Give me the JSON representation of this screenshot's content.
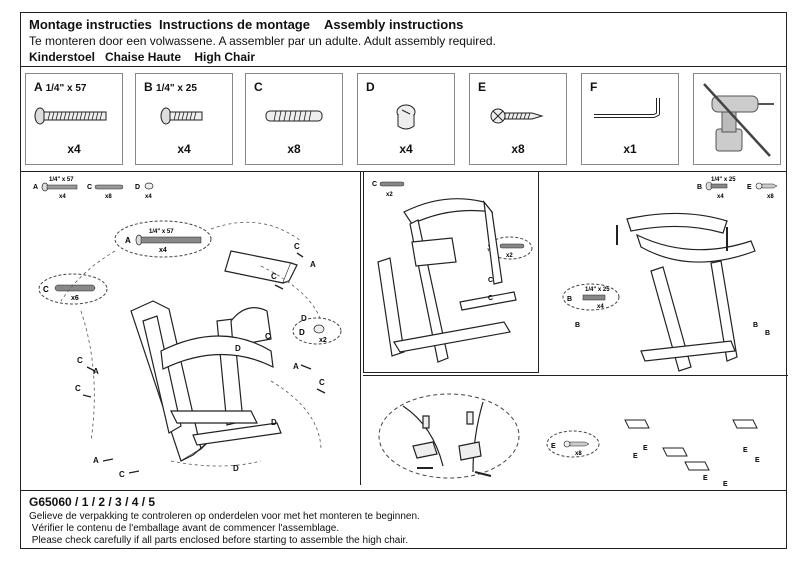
{
  "header": {
    "titles": "Montage instructies  Instructions de montage    Assembly instructions",
    "adult_required": "Te monteren door een volwassene. A assembler par un adulte. Adult assembly required.",
    "product_names": "Kinderstoel   Chaise Haute    High Chair"
  },
  "parts": [
    {
      "letter": "A",
      "size": "1/4\" x 57",
      "qty": "x4",
      "icon": "bolt-long-icon"
    },
    {
      "letter": "B",
      "size": "1/4\" x 25",
      "qty": "x4",
      "icon": "bolt-short-icon"
    },
    {
      "letter": "C",
      "size": "",
      "qty": "x8",
      "icon": "dowel-icon"
    },
    {
      "letter": "D",
      "size": "",
      "qty": "x4",
      "icon": "barrel-nut-icon"
    },
    {
      "letter": "E",
      "size": "",
      "qty": "x8",
      "icon": "screw-icon"
    },
    {
      "letter": "F",
      "size": "",
      "qty": "x1",
      "icon": "allen-key-icon"
    },
    {
      "letter": "",
      "size": "",
      "qty": "",
      "icon": "no-power-drill-icon"
    }
  ],
  "step1": {
    "legend": [
      "A",
      "1/4\" x 57",
      "x4",
      "C",
      "x8",
      "D",
      "x4"
    ],
    "callout_a": [
      "A",
      "1/4\" x 57",
      "x4"
    ],
    "callout_c": [
      "C",
      "x6"
    ],
    "callout_d": [
      "D",
      "x2"
    ]
  },
  "step2": {
    "legend": [
      "C",
      "x2"
    ],
    "callout_c": [
      "C",
      "x2"
    ]
  },
  "step3": {
    "legend": [
      "B",
      "1/4\" x 25",
      "x4",
      "E",
      "x8"
    ],
    "callout_b": [
      "B",
      "1/4\" x 25",
      "x4"
    ],
    "callout_e": [
      "E",
      "x8"
    ]
  },
  "footer": {
    "model": "G65060 / 1 / 2 / 3 / 4 / 5",
    "nl": "Gelieve de verpakking te controleren op onderdelen voor met het monteren te beginnen.",
    "fr": " Vérifier le contenu de l'emballage avant de commencer l'assemblage.",
    "en": " Please check carefully if all parts enclosed before starting to assemble the high chair."
  }
}
